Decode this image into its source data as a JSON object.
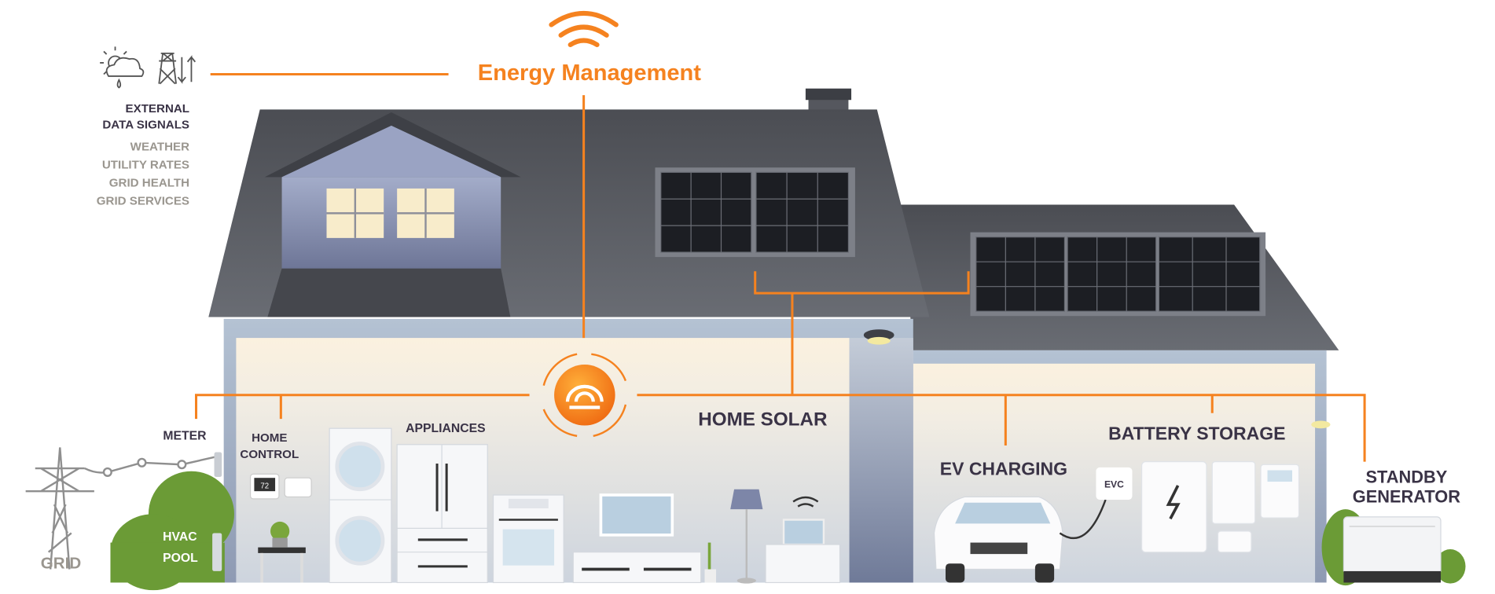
{
  "title": "Energy Management",
  "external": {
    "heading_line1": "EXTERNAL",
    "heading_line2": "DATA SIGNALS",
    "items": [
      "WEATHER",
      "UTILITY RATES",
      "GRID HEALTH",
      "GRID SERVICES"
    ]
  },
  "labels": {
    "meter": "METER",
    "home_control_1": "HOME",
    "home_control_2": "CONTROL",
    "appliances": "APPLIANCES",
    "home_solar": "HOME SOLAR",
    "ev_charging": "EV CHARGING",
    "evc": "EVC",
    "battery_storage": "BATTERY STORAGE",
    "standby_1": "STANDBY",
    "standby_2": "GENERATOR",
    "hvac": "HVAC",
    "pool": "POOL",
    "grid": "GRID",
    "thermostat": "72"
  },
  "colors": {
    "accent": "#f5821f",
    "roof": "#55585f",
    "text": "#3a3346",
    "muted": "#9a968f",
    "bush": "#6b9b36"
  }
}
